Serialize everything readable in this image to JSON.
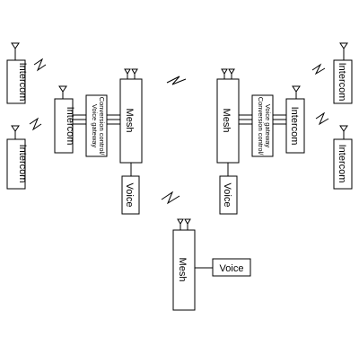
{
  "labels": {
    "intercom": "Intercom",
    "mesh": "Mesh",
    "voice": "Voice",
    "conversion_control": "Conversion control/",
    "voice_gateway": "Voice gateway"
  },
  "icons": {
    "antenna": "antenna-icon",
    "wireless": "wireless-link-icon"
  },
  "colors": {
    "line": "#000000",
    "background": "#ffffff"
  }
}
